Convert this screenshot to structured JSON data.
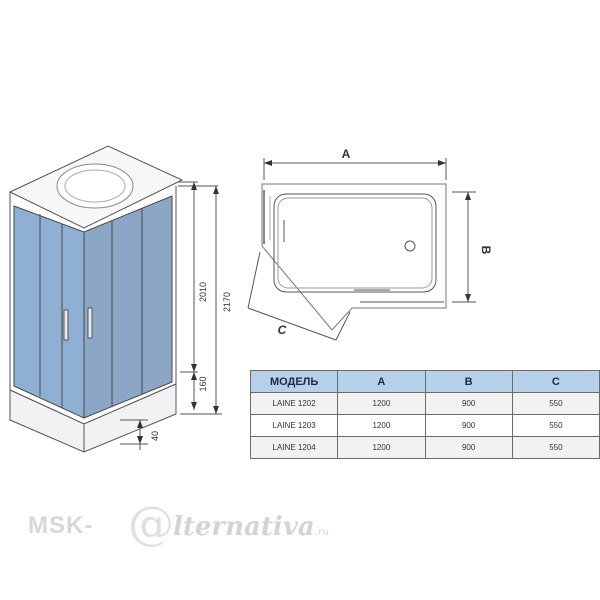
{
  "cabin_dims": {
    "inner_height": "2010",
    "total_height": "2170",
    "base_height": "160",
    "tray_step": "40"
  },
  "plan_labels": {
    "width": "A",
    "depth": "B",
    "door": "C"
  },
  "spec_table": {
    "headers": [
      "МОДЕЛЬ",
      "A",
      "B",
      "C"
    ],
    "rows": [
      [
        "LAINE 1202",
        "1200",
        "900",
        "550"
      ],
      [
        "LAINE 1203",
        "1200",
        "900",
        "550"
      ],
      [
        "LAINE 1204",
        "1200",
        "900",
        "550"
      ]
    ]
  },
  "watermark": {
    "prefix": "MSK-",
    "at_symbol": "@",
    "word": "lternativa",
    "tld": ".ru"
  },
  "colors": {
    "glass": "#8fb0d2",
    "header_fill": "#b7d0ea",
    "line": "#555555"
  }
}
